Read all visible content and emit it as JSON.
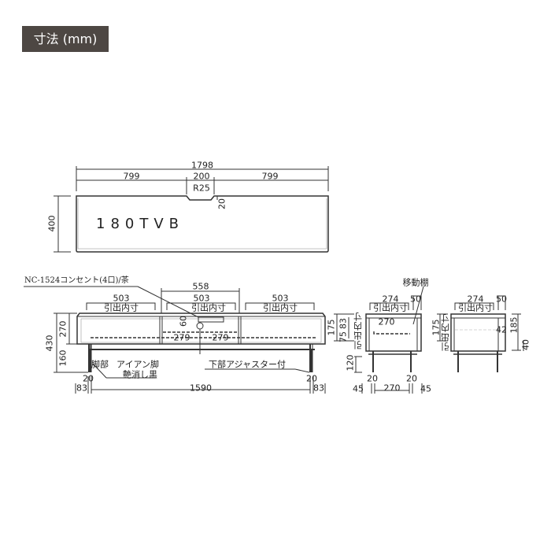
{
  "title": "寸法 (mm)",
  "top_view": {
    "model": "180TVB",
    "width_total": "1798",
    "left": "799",
    "center": "200",
    "right": "799",
    "radius": "R25",
    "notch_depth": "20",
    "depth": "400"
  },
  "front_view": {
    "outlet_note": "NC-1524コンセント(4口)/茶",
    "center_width": "558",
    "drawer_width": "503",
    "drawer_label": "引出内寸",
    "height_total": "430",
    "body_height": "270",
    "leg_height": "160",
    "outlet_height": "60",
    "inner_left": "279",
    "inner_right": "279",
    "leg_label": "脚部",
    "leg_material": "アイアン脚",
    "leg_finish": "艶消し黒",
    "adjuster": "下部アジャスター付",
    "leg_width": "20",
    "offset": "83",
    "leg_span": "1590"
  },
  "side_view_1": {
    "shelf_label": "移動棚",
    "drawer_depth": "274",
    "drawer_label": "引出内寸",
    "back": "50",
    "height": "175",
    "h_upper": "83",
    "h_lower": "75",
    "shelf_depth": "270",
    "leg_height": "120",
    "leg_width": "20",
    "offset": "45",
    "leg_span": "270"
  },
  "side_view_2": {
    "drawer_depth": "274",
    "drawer_label": "引出内寸",
    "back": "50",
    "height": "175",
    "gap": "42",
    "back_height": "185",
    "bottom": "40"
  }
}
